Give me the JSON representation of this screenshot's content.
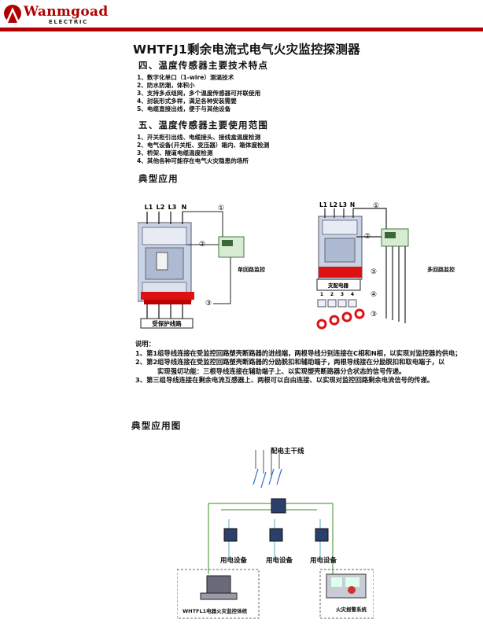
{
  "brand": {
    "name": "Wanmgoad",
    "sub": "ELECTRIC",
    "color": "#b00000"
  },
  "title": "WHTFJ1剩余电流式电气火灾监控探测器",
  "section4": {
    "heading": "四、温度传感器主要技术特点",
    "items": [
      "1、数字化单口（1-wire）测温技术",
      "2、防水防潮，体积小",
      "3、支持多点组网，多个温度传感器可并联使用",
      "4、封装形式多样，满足各种安装需要",
      "5、电缆直接出线，便于与其他设备"
    ]
  },
  "section5": {
    "heading": "五、温度传感器主要使用范围",
    "items": [
      "1、开关柜引出线、电缆接头、接线盒温度检测",
      "2、电气设备(开关柜、变压器）箱内、箱体度检测",
      "3、桥架、隧道电缆温度检测",
      "4、其他各种可能存在电气火灾隐患的场所"
    ]
  },
  "typical_app": "典型应用",
  "diagram1": {
    "phases": [
      "L1",
      "L2",
      "L3",
      "N"
    ],
    "markers": [
      "①",
      "②",
      "③"
    ],
    "label": "单回路监控",
    "load": "受保护线路"
  },
  "diagram2": {
    "phases": [
      "L1",
      "L2",
      "L3",
      "N"
    ],
    "markers": [
      "①",
      "②",
      "③",
      "④",
      "⑤"
    ],
    "label": "多回路监控",
    "box": "支配电器",
    "ports": [
      "1",
      "2",
      "3",
      "4"
    ]
  },
  "notes": {
    "heading": "说明：",
    "lines": [
      "1、第1组导线连接在受监控回路塑壳断路器的进线端，两根导线分别连接在C相和N相，以实现对监控器的供电；",
      "2、第2组导线连接在受监控回路塑壳断路器的分励脱扣和辅助端子，两根导线接在分励脱扣和取电端子，以",
      "实现强切功能：三根导线连接在辅助端子上、以实现塑壳断路器分合状态的信号传递。",
      "3、第三组导线连接在剩余电流互感器上、两根可以自由连接、以实现对监控回路剩余电流信号的传递。"
    ]
  },
  "typical_diagram": "典型应用图",
  "system": {
    "mainline": "配电主干线",
    "equipment": [
      "用电设备",
      "用电设备",
      "用电设备"
    ],
    "monitor": "WHTFL1电器火灾监控体统",
    "alarm": "火灾报警系统"
  }
}
